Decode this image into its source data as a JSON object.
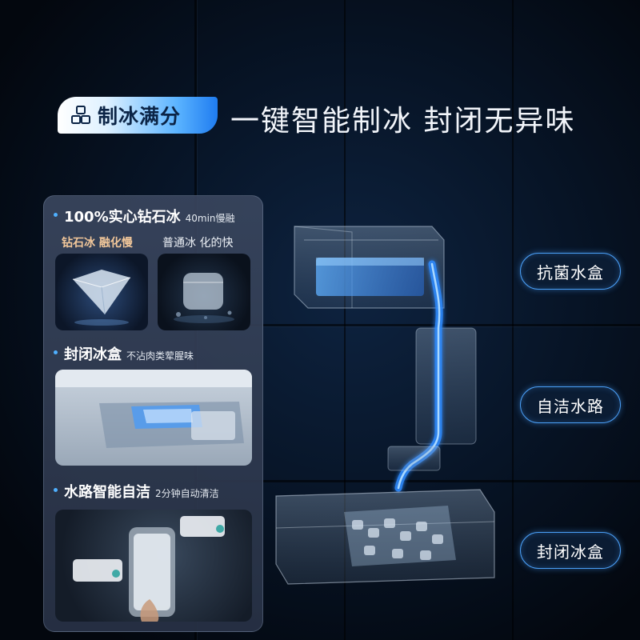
{
  "header": {
    "badge_label": "制冰满分",
    "badge_icon": "ice-cubes-icon",
    "headline": "一键智能制冰 封闭无异味"
  },
  "card": {
    "sections": [
      {
        "title": "100%实心钻石冰",
        "subtitle": "40min慢融"
      },
      {
        "title": "封闭冰盒",
        "subtitle": "不沾肉类荤腥味"
      },
      {
        "title": "水路智能自洁",
        "subtitle": "2分钟自动清洁"
      }
    ],
    "compare": {
      "diamond_label": "钻石冰 融化慢",
      "normal_label": "普通冰 化的快"
    }
  },
  "callouts": [
    "抗菌水盒",
    "自洁水路",
    "封闭冰盒"
  ],
  "colors": {
    "accent_blue": "#3f8ff5",
    "diamond_label": "#f2c79a",
    "background": "#071426"
  }
}
